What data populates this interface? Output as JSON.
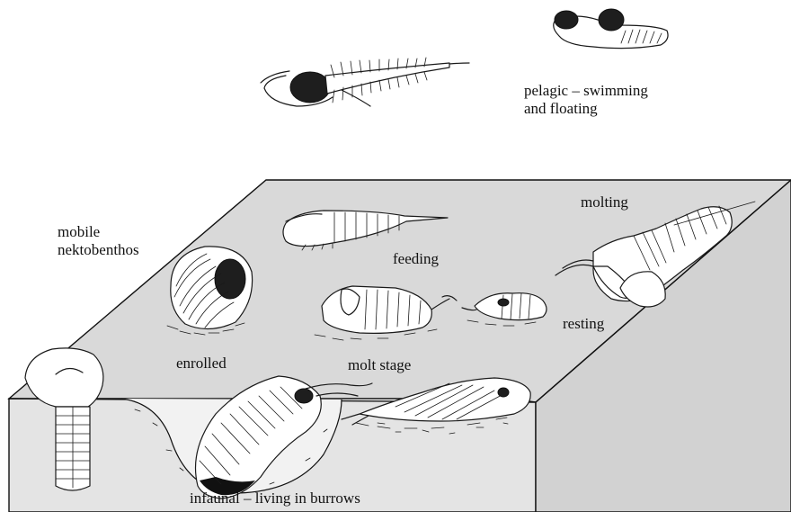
{
  "labels": {
    "pelagic": "pelagic – swimming\nand floating",
    "mobile": "mobile\nnektobenthos",
    "feeding": "feeding",
    "molting": "molting",
    "resting": "resting",
    "enrolled": "enrolled",
    "molt_stage": "molt stage",
    "infaunal": "infaunal – living in burrows"
  },
  "colors": {
    "block_top": "#d9d9d9",
    "block_front": "#e4e4e4",
    "ink": "#1a1a1a"
  }
}
